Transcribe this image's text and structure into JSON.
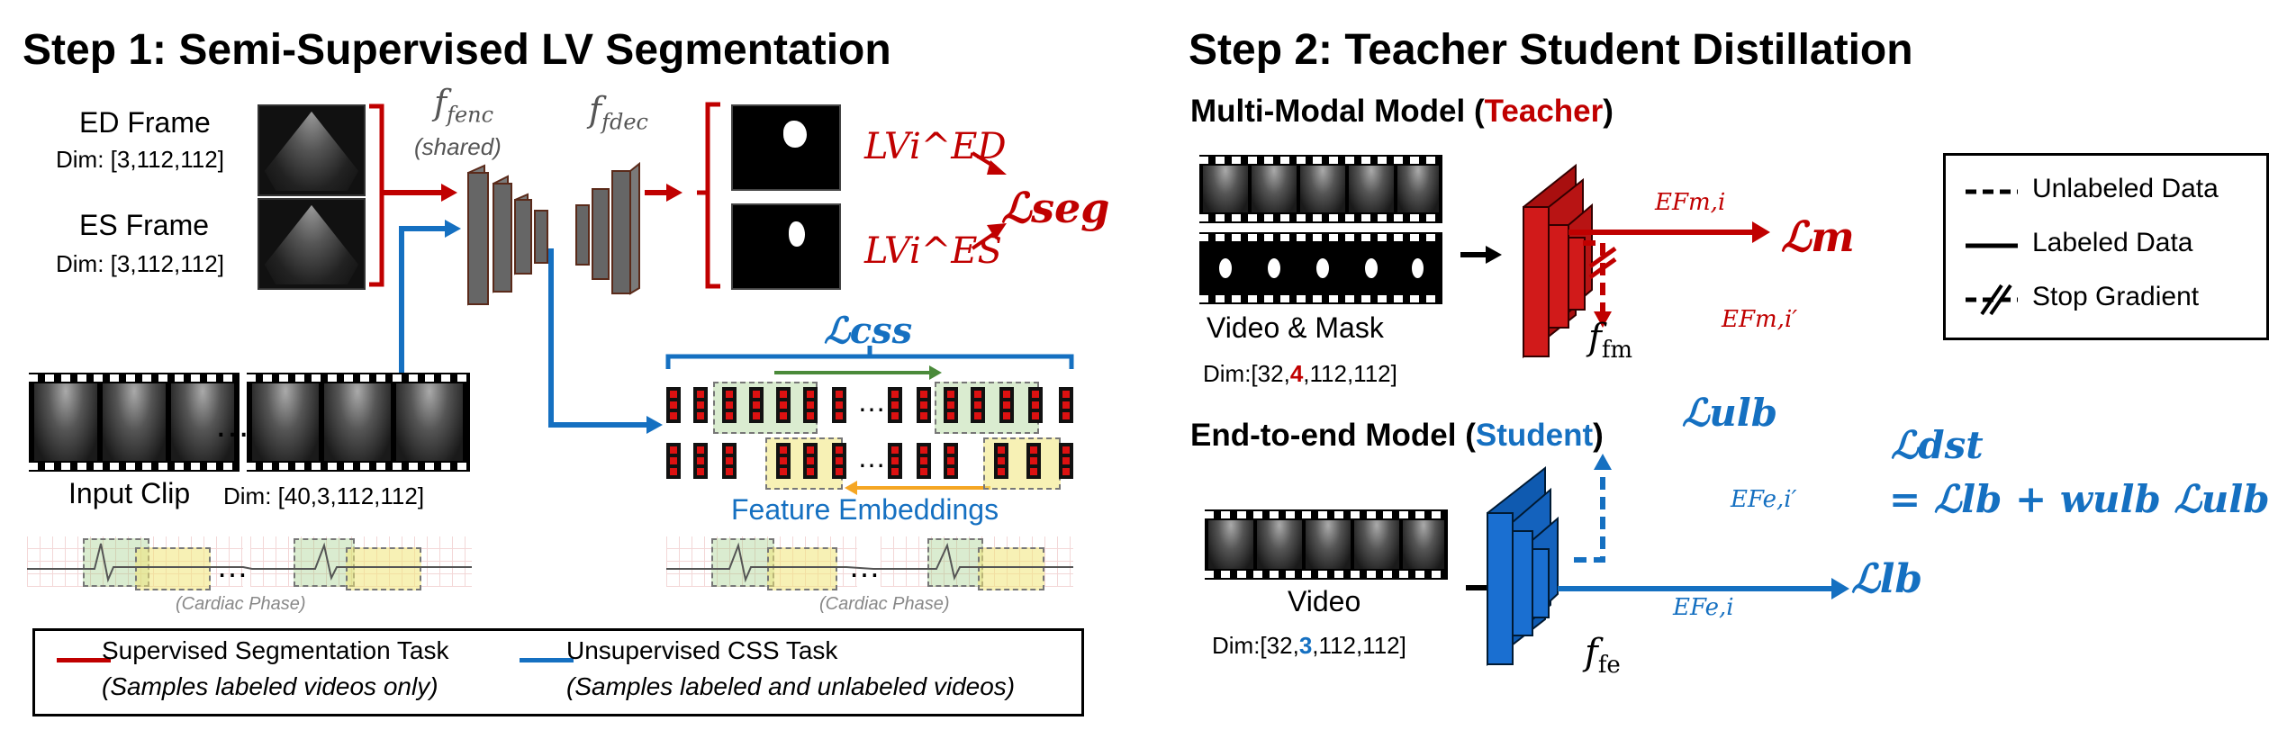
{
  "step1": {
    "title": "Step 1: Semi-Supervised LV Segmentation",
    "ed_frame": "ED Frame",
    "ed_dim": "Dim: [3,112,112]",
    "es_frame": "ES Frame",
    "es_dim": "Dim: [3,112,112]",
    "f_enc": "fenc",
    "f_enc_note": "(shared)",
    "f_dec": "fdec",
    "lv_ed": "LVi^ED",
    "lv_es": "LVi^ES",
    "loss_seg": "ℒseg",
    "loss_css": "ℒcss",
    "input_clip": "Input Clip",
    "input_dim": "Dim: [40,3,112,112]",
    "ellipsis": "…",
    "feature_embeddings": "Feature Embeddings",
    "cardiac_phase_left": "(Cardiac Phase)",
    "cardiac_phase_right": "(Cardiac Phase)",
    "legend": {
      "sup_title": "Supervised Segmentation Task",
      "sup_note": "(Samples labeled videos only)",
      "unsup_title": "Unsupervised CSS Task",
      "unsup_note": "(Samples labeled and unlabeled videos)"
    }
  },
  "step2": {
    "title": "Step 2: Teacher Student Distillation",
    "teacher_heading_prefix": "Multi-Modal Model (",
    "teacher_word": "Teacher",
    "teacher_heading_suffix": ")",
    "video_mask": "Video & Mask",
    "teacher_dim_prefix": "Dim:[32,",
    "teacher_dim_channel": "4",
    "teacher_dim_suffix": ",112,112]",
    "f_m": "fm",
    "ef_m": "EFm,i",
    "ef_m_prime": "EFm,i′",
    "loss_m": "ℒm",
    "loss_ulb": "ℒulb",
    "student_heading_prefix": "End-to-end Model (",
    "student_word": "Student",
    "student_heading_suffix": ")",
    "video": "Video",
    "student_dim_prefix": "Dim:[32,",
    "student_dim_channel": "3",
    "student_dim_suffix": ",112,112]",
    "f_e": "fe",
    "ef_e_prime": "EFe,i′",
    "ef_e": "EFe,i",
    "loss_lb": "ℒlb",
    "loss_dst": "ℒdst",
    "loss_dst_eq": "= ℒlb + wulb ℒulb",
    "legend": {
      "unlabeled": "Unlabeled Data",
      "labeled": "Labeled Data",
      "stop_gradient": "Stop Gradient"
    }
  },
  "colors": {
    "red": "#c00000",
    "blue": "#1570c1",
    "teacher_block": "#d11a1a",
    "student_block": "#1a6fd1",
    "encoder_gray": "#777777",
    "green_arrow": "#4a8a3a",
    "orange_arrow": "#f5a623"
  }
}
